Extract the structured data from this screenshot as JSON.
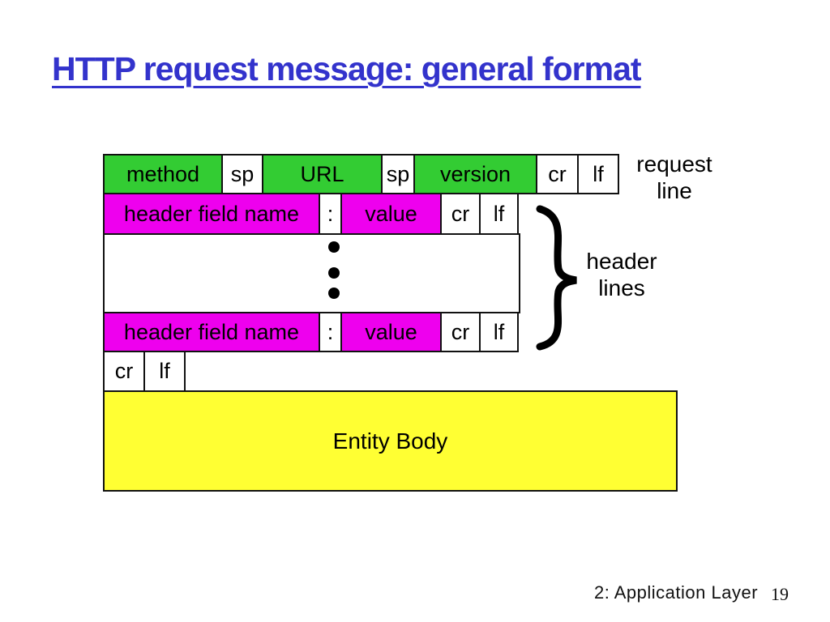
{
  "slide": {
    "title": "HTTP request message: general format",
    "footer": {
      "section": "2: Application Layer",
      "page": "19"
    }
  },
  "colors": {
    "title_blue": "#3333cc",
    "field_green": "#33cc33",
    "field_magenta": "#ee00ee",
    "entity_yellow": "#ffff33",
    "cell_white": "#ffffff",
    "border_black": "#111111"
  },
  "diagram": {
    "request_line_row": {
      "cells": [
        {
          "label": "method",
          "color": "green"
        },
        {
          "label": "sp",
          "color": "white"
        },
        {
          "label": "URL",
          "color": "green"
        },
        {
          "label": "sp",
          "color": "white"
        },
        {
          "label": "version",
          "color": "green"
        },
        {
          "label": "cr",
          "color": "white"
        },
        {
          "label": "lf",
          "color": "white"
        }
      ],
      "annotation": "request\nline"
    },
    "header_row_top": {
      "cells": [
        {
          "label": "header field name",
          "color": "magenta"
        },
        {
          "label": ":",
          "color": "white"
        },
        {
          "label": "value",
          "color": "magenta"
        },
        {
          "label": "cr",
          "color": "white"
        },
        {
          "label": "lf",
          "color": "white"
        }
      ]
    },
    "ellipsis": {
      "dot_count": 3,
      "symbol": "•"
    },
    "header_row_bottom": {
      "cells": [
        {
          "label": "header field name",
          "color": "magenta"
        },
        {
          "label": ":",
          "color": "white"
        },
        {
          "label": "value",
          "color": "magenta"
        },
        {
          "label": "cr",
          "color": "white"
        },
        {
          "label": "lf",
          "color": "white"
        }
      ]
    },
    "crlf_row": {
      "cells": [
        {
          "label": "cr",
          "color": "white"
        },
        {
          "label": "lf",
          "color": "white"
        }
      ]
    },
    "entity_body": {
      "label": "Entity Body"
    },
    "header_lines_annotation": "header\nlines"
  }
}
